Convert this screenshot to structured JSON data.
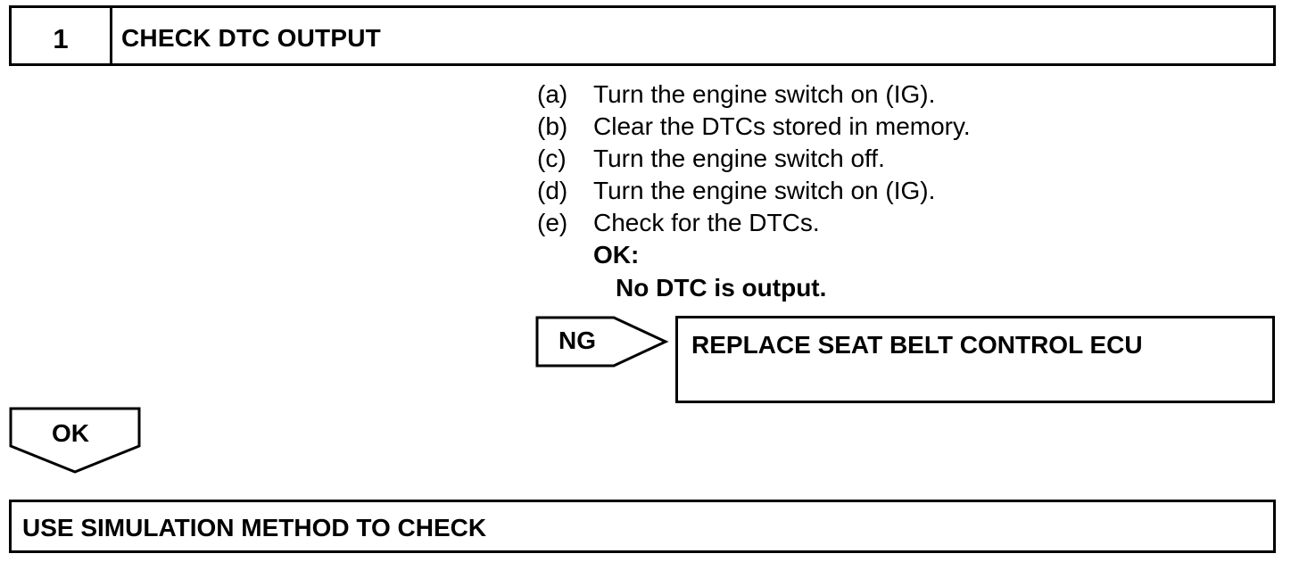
{
  "step": {
    "number": "1",
    "title": "CHECK DTC OUTPUT"
  },
  "instructions": [
    {
      "key": "(a)",
      "text": "Turn the engine switch on (IG)."
    },
    {
      "key": "(b)",
      "text": "Clear the DTCs stored in memory."
    },
    {
      "key": "(c)",
      "text": "Turn the engine switch off."
    },
    {
      "key": "(d)",
      "text": "Turn the engine switch on (IG)."
    },
    {
      "key": "(e)",
      "text": "Check for the DTCs."
    }
  ],
  "criteria": {
    "label": "OK:",
    "value": "No DTC is output."
  },
  "ng_branch": {
    "label": "NG",
    "action": "REPLACE SEAT BELT CONTROL ECU"
  },
  "ok_branch": {
    "label": "OK"
  },
  "next_step": {
    "text": "USE SIMULATION METHOD TO CHECK"
  }
}
